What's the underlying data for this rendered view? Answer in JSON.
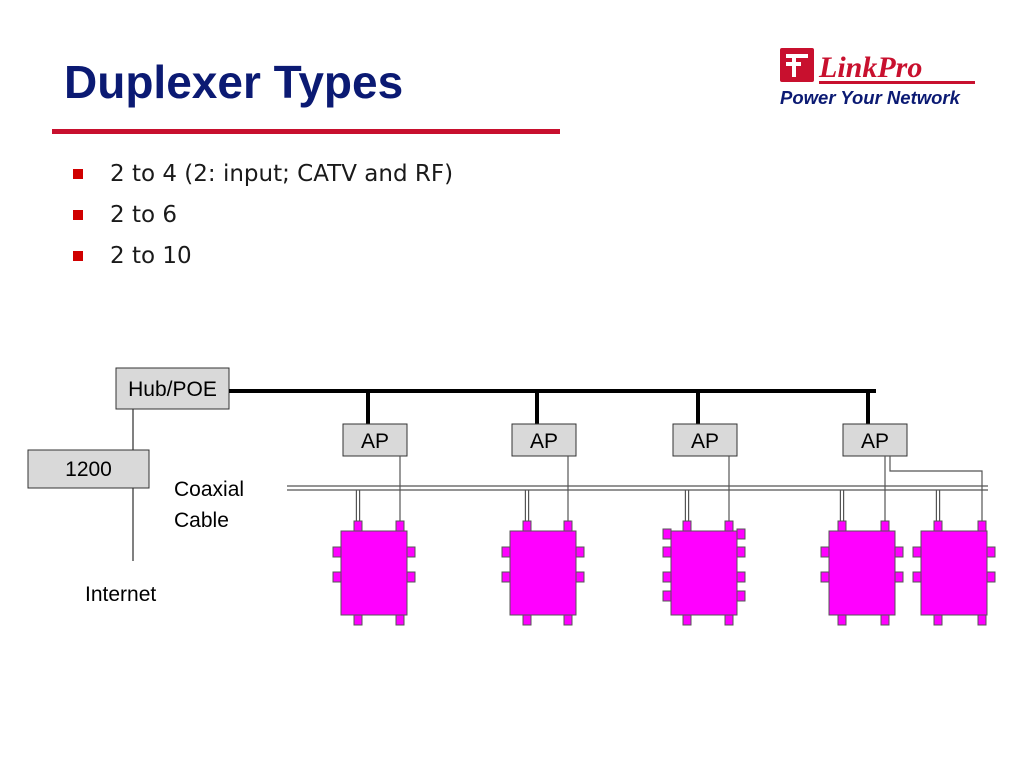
{
  "slide": {
    "title": "Duplexer Types",
    "bullets": [
      "2 to 4 (2: input; CATV and RF)",
      "2 to 6",
      "2 to 10"
    ]
  },
  "logo": {
    "brand": "LinkPro",
    "tagline": "Power Your Network",
    "brand_color": "#c8102e",
    "tagline_color": "#0b1a73"
  },
  "diagram": {
    "hub_label": "Hub/POE",
    "box_label": "1200",
    "internet_label": "Internet",
    "cable_label_line1": "Coaxial",
    "cable_label_line2": "Cable",
    "access_points": [
      "AP",
      "AP",
      "AP",
      "AP"
    ],
    "duplexer_count": 5,
    "duplexer_color": "#ff00ff",
    "box_fill": "#d9d9d9"
  }
}
